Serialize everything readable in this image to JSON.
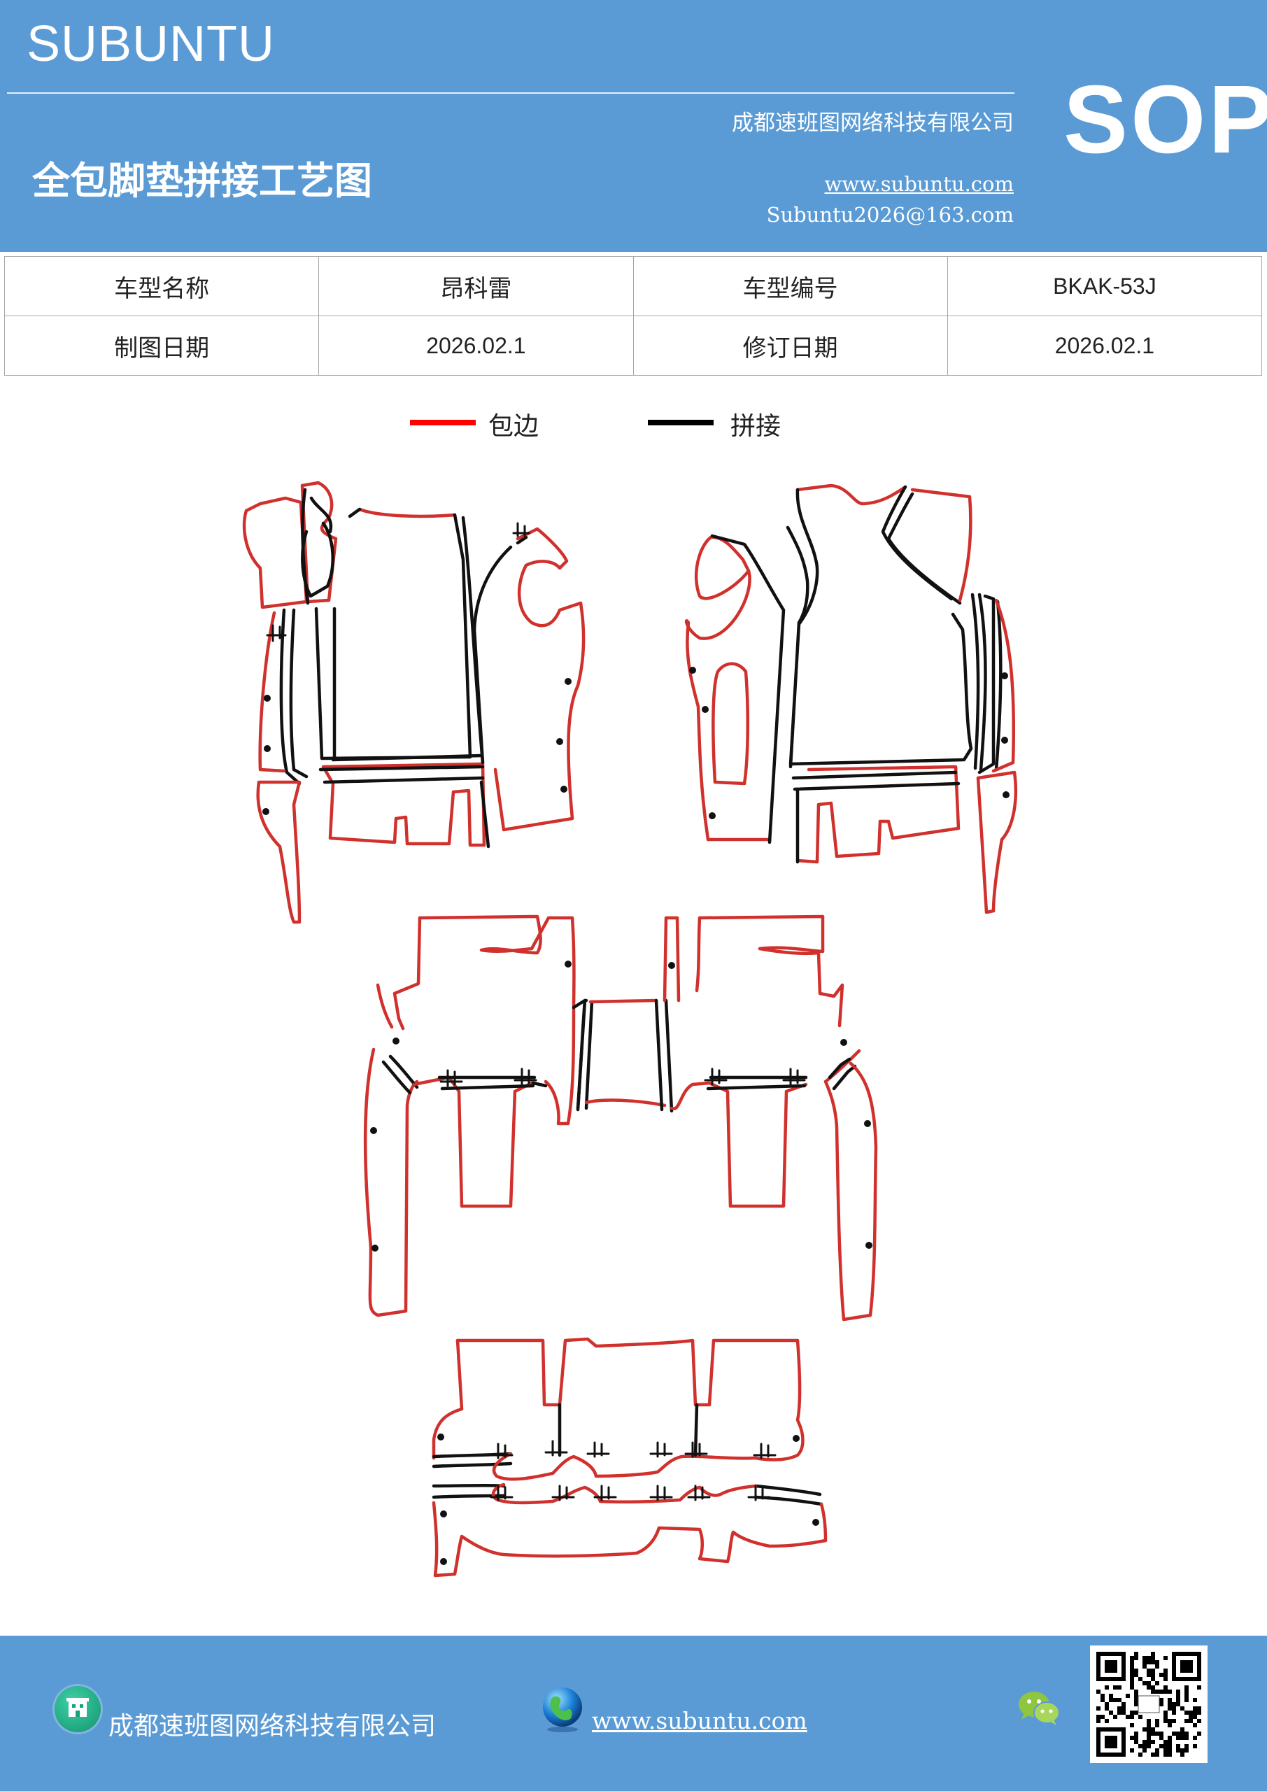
{
  "header": {
    "brand": "SUBUNTU",
    "company": "成都速班图网络科技有限公司",
    "title": "全包脚垫拼接工艺图",
    "website": "www.subuntu.com",
    "email": "Subuntu2026@163.com",
    "badge": "SOP"
  },
  "info_table": {
    "rows": [
      {
        "label1": "车型名称",
        "value1": "昂科雷",
        "label2": "车型编号",
        "value2": "BKAK-53J"
      },
      {
        "label1": "制图日期",
        "value1": "2026.02.1",
        "label2": "修订日期",
        "value2": "2026.02.1"
      }
    ]
  },
  "legend": {
    "items": [
      {
        "label": "包边",
        "color": "#ff0000"
      },
      {
        "label": "拼接",
        "color": "#000000"
      }
    ]
  },
  "colors": {
    "brand_blue": "#5b9bd5",
    "edge_red": "#d0312d",
    "seam_black": "#111111"
  },
  "footer": {
    "company": "成都速班图网络科技有限公司",
    "website": "www.subuntu.com",
    "icons": [
      "building-icon",
      "globe-icon",
      "wechat-icon",
      "qr-code"
    ]
  }
}
